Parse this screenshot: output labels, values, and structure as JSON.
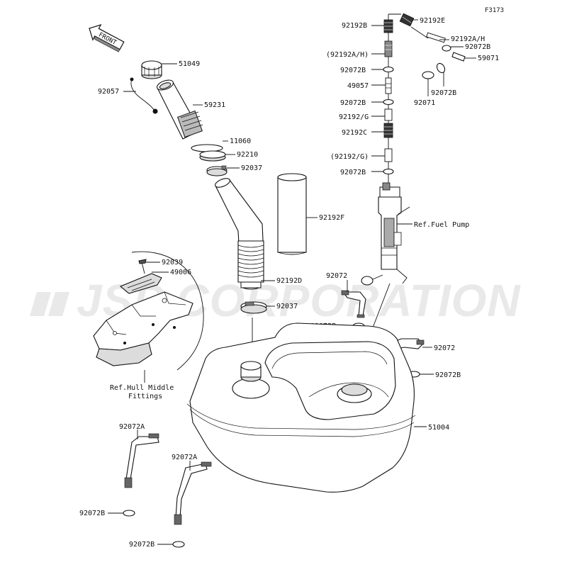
{
  "figure_id": "F3173",
  "watermark": "JSP CORPORATION",
  "front_label": "FRONT",
  "callouts": {
    "c51049": "51049",
    "c92057": "92057",
    "c59231": "59231",
    "c11060": "11060",
    "c92210": "92210",
    "c92037a": "92037",
    "c92192f": "92192F",
    "c92039": "92039",
    "c49006": "49006",
    "c92192d": "92192D",
    "c92037b": "92037",
    "c_hull1": "Ref.Hull Middle",
    "c_hull2": "Fittings",
    "c92192e": "92192E",
    "c92192b": "92192B",
    "c92192ah_r": "92192A/H",
    "c92192ah_l": "(92192A/H)",
    "c92072b_1": "92072B",
    "c59071": "59071",
    "c92072b_2": "92072B",
    "c49057": "49057",
    "c92072b_3": "92072B",
    "c92071": "92071",
    "c92072b_4": "92072B",
    "c92192g_u": "92192/G",
    "c92192c": "92192C",
    "c92192g_p": "(92192/G)",
    "c92072b_5": "92072B",
    "c_fuelpump": "Ref.Fuel Pump",
    "c92072_a": "92072",
    "c92072b_6": "92072B",
    "c92072_b": "92072",
    "c92072b_7": "92072B",
    "c51004": "51004",
    "c92072a_1": "92072A",
    "c92072b_8": "92072B",
    "c92072a_2": "92072A",
    "c92072b_9": "92072B"
  }
}
